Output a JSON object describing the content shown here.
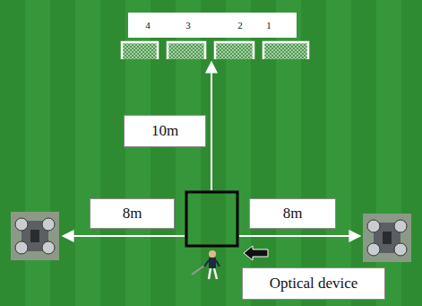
{
  "diagram": {
    "nodes": [
      {
        "text": [
          "4",
          "3",
          "2",
          "1"
        ]
      },
      {
        "text": [
          "10m"
        ]
      },
      {
        "text": [
          "8m"
        ]
      },
      {
        "text": [
          "8m"
        ]
      },
      {
        "text": [
          "Optical device"
        ]
      }
    ]
  }
}
